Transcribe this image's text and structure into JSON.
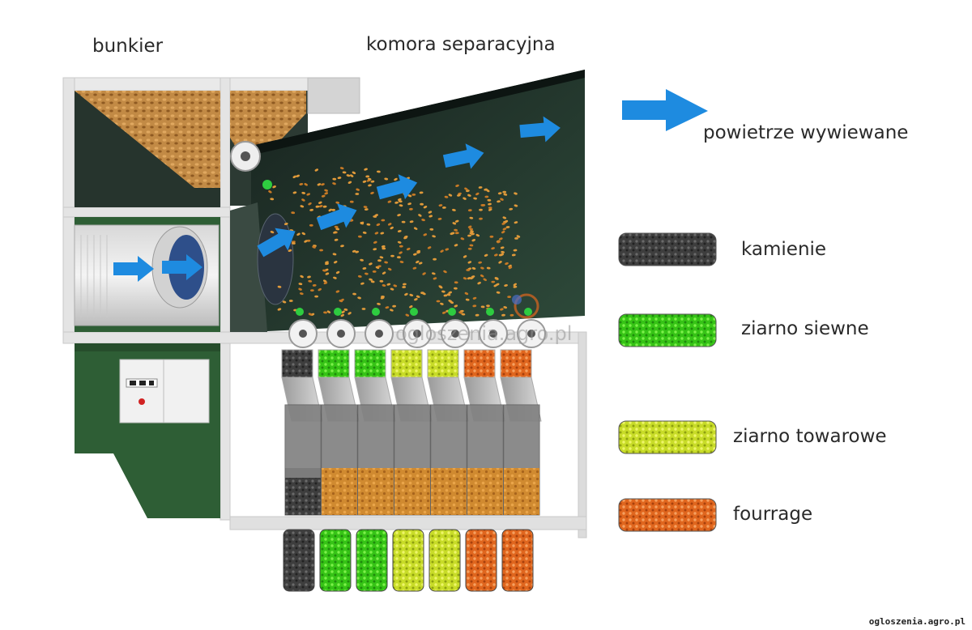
{
  "labels": {
    "bunkier": "bunkier",
    "chamber": "komora separacyjna",
    "exhaust_air": "powietrze wywiewane"
  },
  "legend": [
    {
      "label": "kamienie",
      "color": "#3e3e3e",
      "icon": "stones-swatch"
    },
    {
      "label": "ziarno siewne",
      "color": "#3fd11c",
      "icon": "seed-grain-swatch"
    },
    {
      "label": "ziarno towarowe",
      "color": "#c8dc28",
      "icon": "commercial-grain-swatch"
    },
    {
      "label": "fourrage",
      "color": "#e0661e",
      "icon": "fodder-swatch"
    }
  ],
  "bins": [
    {
      "fraction": "kamienie",
      "color": "#3e3e3e"
    },
    {
      "fraction": "ziarno siewne",
      "color": "#3fd11c"
    },
    {
      "fraction": "ziarno siewne",
      "color": "#3fd11c"
    },
    {
      "fraction": "ziarno towarowe",
      "color": "#c8dc28"
    },
    {
      "fraction": "ziarno towarowe",
      "color": "#c8dc28"
    },
    {
      "fraction": "fourrage",
      "color": "#e0661e"
    },
    {
      "fraction": "fourrage",
      "color": "#e0661e"
    }
  ],
  "colors": {
    "machine_green": "#2e5e35",
    "chamber_dark": "#1f2b26",
    "frame": "#e6e6e6",
    "air_arrow": "#1e8be0",
    "grain": "#c8863a"
  },
  "watermarks": {
    "center": "ogloszenia.agro.pl",
    "corner": "ogloszenia.agro.pl"
  }
}
